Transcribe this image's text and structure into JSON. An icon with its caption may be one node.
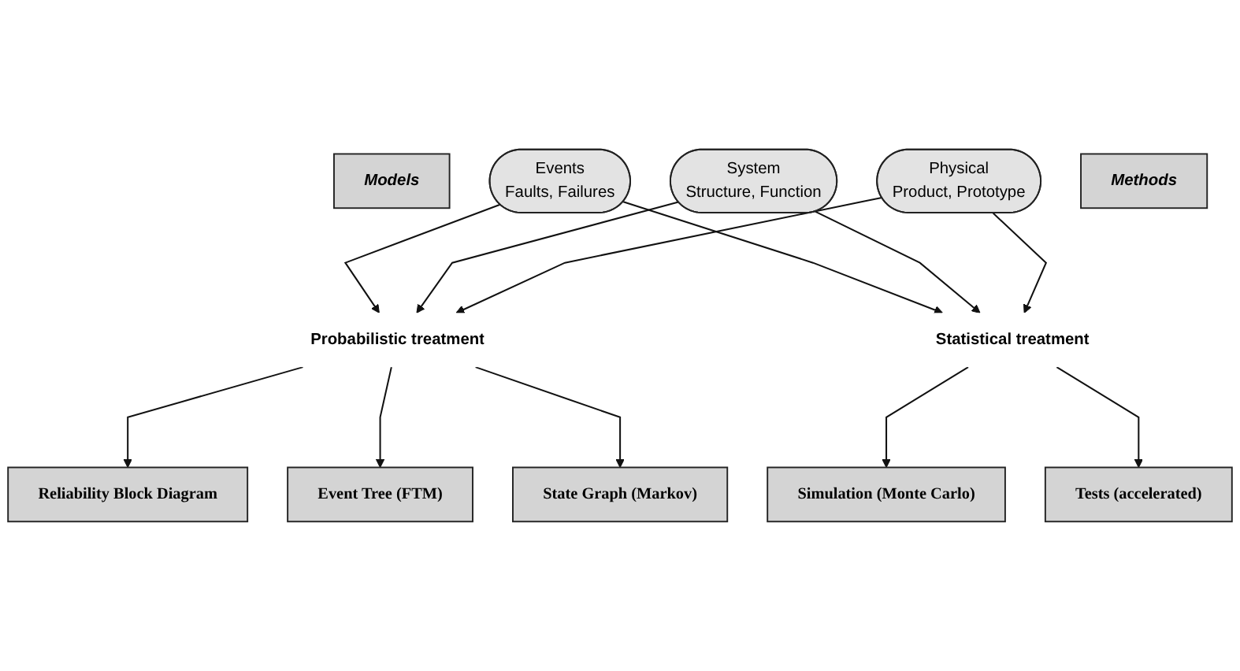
{
  "diagram": {
    "nodes": [
      {
        "text": [
          "Models"
        ]
      },
      {
        "text": [
          "Events",
          "Faults, Failures"
        ]
      },
      {
        "text": [
          "System",
          "Structure, Function"
        ]
      },
      {
        "text": [
          "Physical",
          "Product, Prototype"
        ]
      },
      {
        "text": [
          "Probabilistic treatment"
        ]
      },
      {
        "text": [
          "Statistical treatment"
        ]
      },
      {
        "text": [
          "Methods"
        ]
      },
      {
        "text": [
          "Reliability Block Diagram"
        ]
      },
      {
        "text": [
          "State Graph (Markov)"
        ]
      },
      {
        "text": [
          "Simulation (Monte Carlo)"
        ]
      },
      {
        "text": [
          "Tests (accelerated)"
        ]
      },
      {
        "text": [
          "Event Tree (FTM)"
        ]
      }
    ],
    "edges": [
      {
        "from": 1,
        "to": 4,
        "arrow": "to"
      },
      {
        "from": 1,
        "to": 5,
        "arrow": "to"
      },
      {
        "from": 2,
        "to": 4,
        "arrow": "to"
      },
      {
        "from": 2,
        "to": 5,
        "arrow": "to"
      },
      {
        "from": 3,
        "to": 4,
        "arrow": "to"
      },
      {
        "from": 3,
        "to": 5,
        "arrow": "to"
      },
      {
        "from": 4,
        "to": 7,
        "arrow": "to"
      },
      {
        "from": 4,
        "to": 11,
        "arrow": "to"
      },
      {
        "from": 4,
        "to": 8,
        "arrow": "to"
      },
      {
        "from": 5,
        "to": 9,
        "arrow": "to"
      },
      {
        "from": 5,
        "to": 10,
        "arrow": "to"
      }
    ]
  }
}
